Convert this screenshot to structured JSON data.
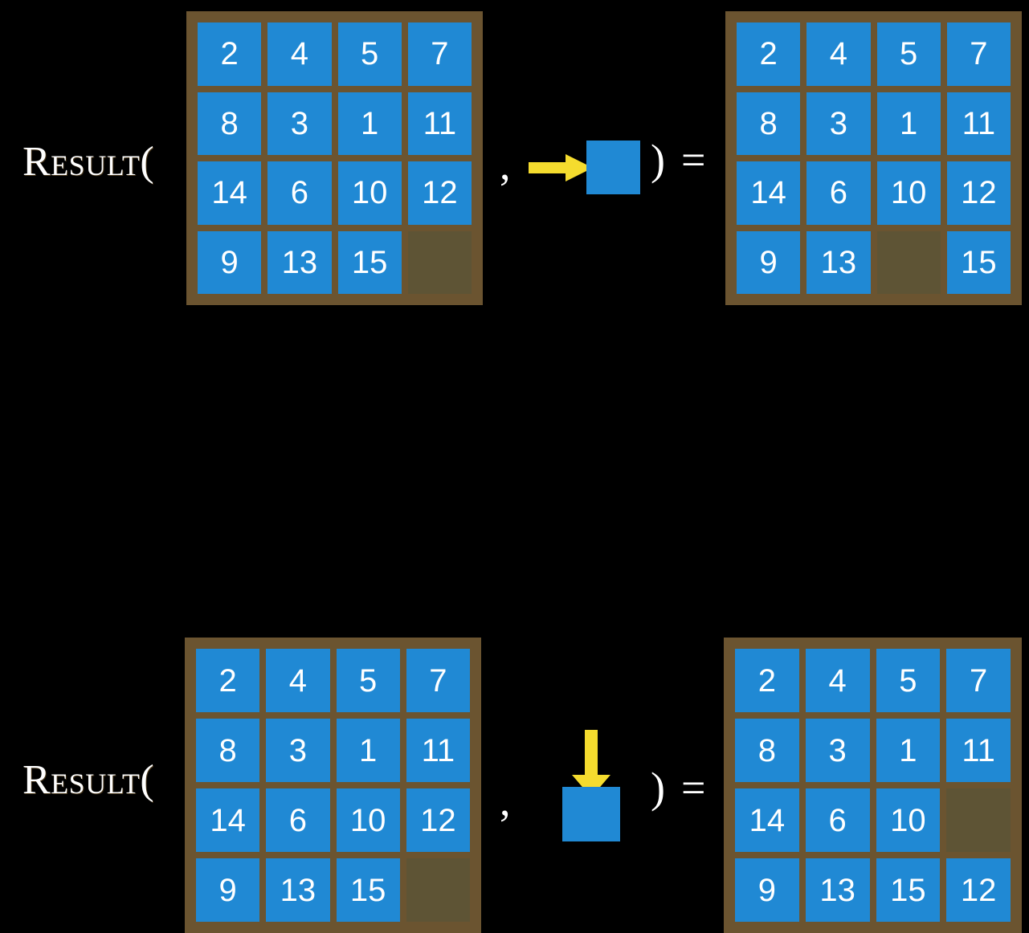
{
  "page": {
    "background_color": "#000000",
    "tile_color": "#2089D4",
    "board_color": "#6B5430",
    "empty_cell_color": "#5E5435",
    "arrow_color": "#F5DC2E",
    "text_color": "#FFFFFF"
  },
  "rows": [
    {
      "label": "Result(",
      "comma": ",",
      "rparen": ")",
      "equals": "=",
      "action": {
        "arrow_direction": "right",
        "arrow_icon": "arrow-right-icon",
        "square_label": ""
      },
      "input_board": {
        "grid": [
          [
            "2",
            "4",
            "5",
            "7"
          ],
          [
            "8",
            "3",
            "1",
            "11"
          ],
          [
            "14",
            "6",
            "10",
            "12"
          ],
          [
            "9",
            "13",
            "15",
            ""
          ]
        ]
      },
      "output_board": {
        "grid": [
          [
            "2",
            "4",
            "5",
            "7"
          ],
          [
            "8",
            "3",
            "1",
            "11"
          ],
          [
            "14",
            "6",
            "10",
            "12"
          ],
          [
            "9",
            "13",
            "",
            "15"
          ]
        ]
      }
    },
    {
      "label": "Result(",
      "comma": ",",
      "rparen": ")",
      "equals": "=",
      "action": {
        "arrow_direction": "down",
        "arrow_icon": "arrow-down-icon",
        "square_label": ""
      },
      "input_board": {
        "grid": [
          [
            "2",
            "4",
            "5",
            "7"
          ],
          [
            "8",
            "3",
            "1",
            "11"
          ],
          [
            "14",
            "6",
            "10",
            "12"
          ],
          [
            "9",
            "13",
            "15",
            ""
          ]
        ]
      },
      "output_board": {
        "grid": [
          [
            "2",
            "4",
            "5",
            "7"
          ],
          [
            "8",
            "3",
            "1",
            "11"
          ],
          [
            "14",
            "6",
            "10",
            ""
          ],
          [
            "9",
            "13",
            "15",
            "12"
          ]
        ]
      }
    }
  ]
}
